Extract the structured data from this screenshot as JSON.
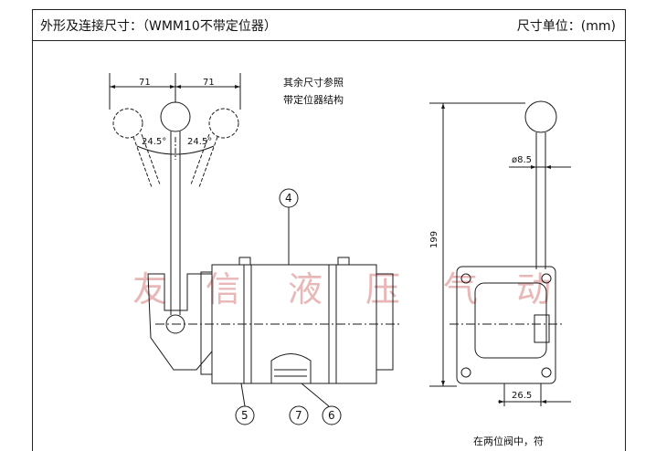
{
  "header": {
    "title": "外形及连接尺寸：（WMM10不带定位器）",
    "unit": "尺寸单位：(mm)"
  },
  "dimensions": {
    "left_span": "71",
    "right_span": "71",
    "angle_left": "24.5°",
    "angle_right": "24.5°",
    "height": "199",
    "rod_diameter": "ø8.5",
    "offset": "26.5"
  },
  "notes": {
    "line1": "其余尺寸参照",
    "line2": "带定位器结构",
    "bottom": "在两位阀中，符"
  },
  "callouts": [
    "4",
    "5",
    "7",
    "6"
  ],
  "watermark": [
    "友",
    "信",
    "液",
    "压",
    "气",
    "动"
  ],
  "colors": {
    "line": "#1a1a1a",
    "watermark": "#e8b7b7"
  }
}
